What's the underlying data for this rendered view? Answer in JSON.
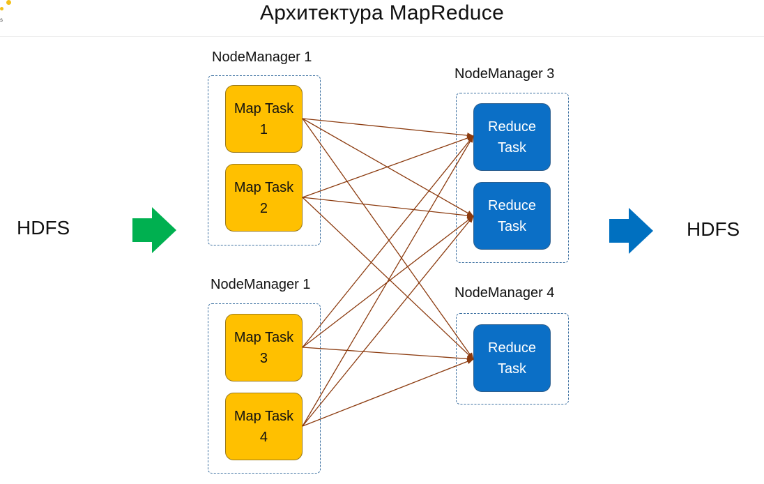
{
  "title": "Архитектура MapReduce",
  "logo": {
    "icon": "logo-dots-icon",
    "text": "s",
    "color": "#f3c01a"
  },
  "input": {
    "label": "HDFS",
    "arrow_icon": "arrow-right-icon",
    "arrow_color": "#00b050"
  },
  "output": {
    "label": "HDFS",
    "arrow_icon": "arrow-right-icon",
    "arrow_color": "#0070c0"
  },
  "node_managers": [
    {
      "label": "NodeManager 1",
      "tasks": [
        "Map Task\n1",
        "Map Task\n2"
      ]
    },
    {
      "label": "NodeManager 1",
      "tasks": [
        "Map Task\n3",
        "Map Task\n4"
      ]
    },
    {
      "label": "NodeManager 3",
      "tasks": [
        "Reduce\nTask",
        "Reduce\nTask"
      ]
    },
    {
      "label": "NodeManager 4",
      "tasks": [
        "Reduce\nTask"
      ]
    }
  ],
  "colors": {
    "map_task": "#ffc000",
    "reduce_task": "#0b6fc6",
    "connection": "#8b3a0e",
    "node_border": "#3b6fa0"
  }
}
